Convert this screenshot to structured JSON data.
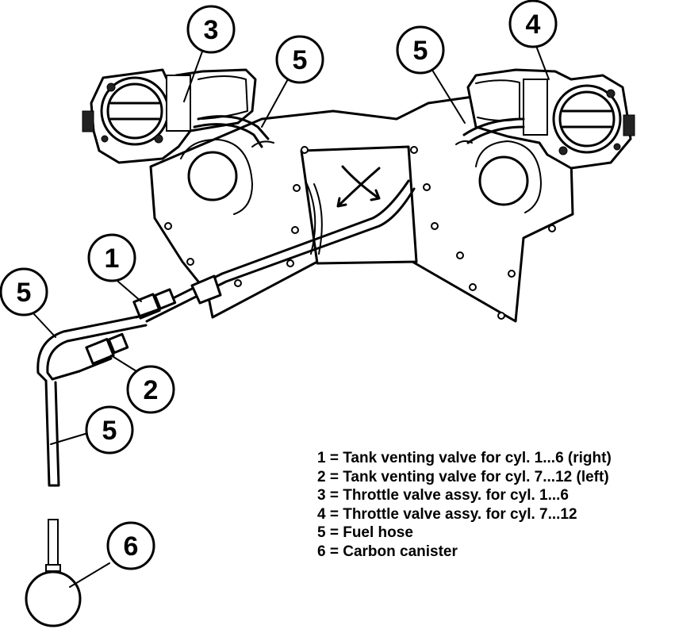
{
  "callouts": [
    {
      "id": "c3",
      "label": "3"
    },
    {
      "id": "c4",
      "label": "4"
    },
    {
      "id": "c5a",
      "label": "5"
    },
    {
      "id": "c5b",
      "label": "5"
    },
    {
      "id": "c1",
      "label": "1"
    },
    {
      "id": "c5c",
      "label": "5"
    },
    {
      "id": "c2",
      "label": "2"
    },
    {
      "id": "c5d",
      "label": "5"
    },
    {
      "id": "c6",
      "label": "6"
    }
  ],
  "legend": [
    "1 = Tank venting valve for cyl. 1...6 (right)",
    "2 = Tank venting valve for cyl. 7...12 (left)",
    "3 = Throttle valve assy. for cyl. 1...6",
    "4 = Throttle valve assy. for cyl. 7...12",
    "5 = Fuel hose",
    "6 = Carbon canister"
  ]
}
